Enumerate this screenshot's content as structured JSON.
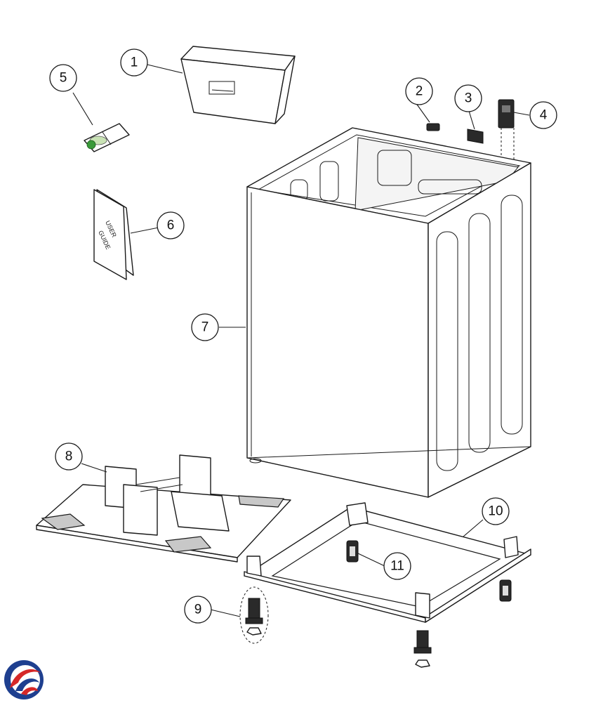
{
  "callouts": [
    {
      "label": "1"
    },
    {
      "label": "2"
    },
    {
      "label": "3"
    },
    {
      "label": "4"
    },
    {
      "label": "5"
    },
    {
      "label": "6"
    },
    {
      "label": "7"
    },
    {
      "label": "8"
    },
    {
      "label": "9"
    },
    {
      "label": "10"
    },
    {
      "label": "11"
    }
  ],
  "user_guide": {
    "line1": "USER",
    "line2": "GUIDE"
  },
  "logo": {
    "icon": "brand-logo-icon",
    "colors": [
      "#1e3f8f",
      "#d62828"
    ]
  }
}
